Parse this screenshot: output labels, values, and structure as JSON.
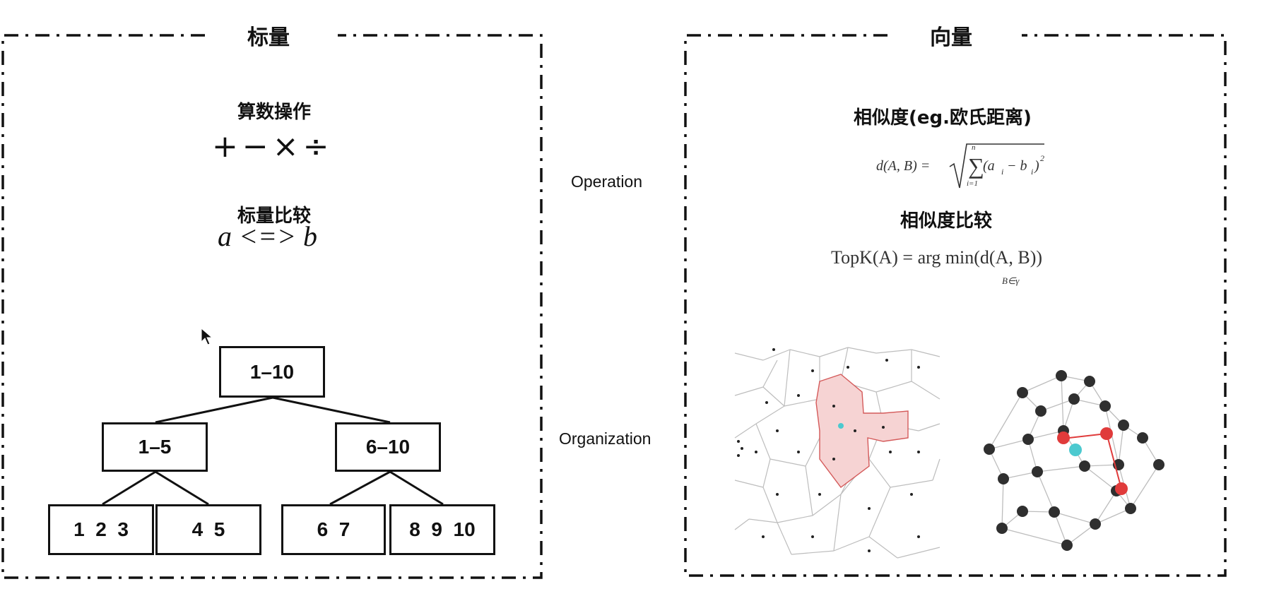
{
  "scalar_panel": {
    "title": "标量",
    "arithmetic_heading": "算数操作",
    "arithmetic_ops": "+−×÷",
    "compare_heading": "标量比较",
    "compare_expr": "a <=> b",
    "tree": {
      "root": "1–10",
      "level1": [
        "1–5",
        "6–10"
      ],
      "leaves": [
        "1  2  3",
        "4  5",
        "6  7",
        "8  9  10"
      ]
    }
  },
  "row_labels": {
    "operation": "Operation",
    "organization": "Organization"
  },
  "vector_panel": {
    "title": "向量",
    "similarity_heading": "相似度(eg.欧氏距离)",
    "distance_formula": {
      "lhs": "d(A, B) =",
      "sum_body": "(a",
      "sum_top": "n",
      "sum_bottom": "i=1",
      "tail": "− b",
      "exponent": "2",
      "index": "i"
    },
    "compare_heading": "相似度比较",
    "topk_formula": {
      "lhs": "TopK(A) = arg min(d(A, B))",
      "subscript": "B∈γ"
    },
    "illustrations": [
      "voronoi-partition",
      "proximity-graph"
    ]
  },
  "colors": {
    "border": "#111111",
    "highlight_fill": "#f6d3d3",
    "highlight_stroke": "#d45a5a",
    "query_point": "#4cc9cf",
    "graph_node": "#2f2f2f",
    "path_node": "#e03b3b",
    "edge": "#bdbdbd"
  }
}
